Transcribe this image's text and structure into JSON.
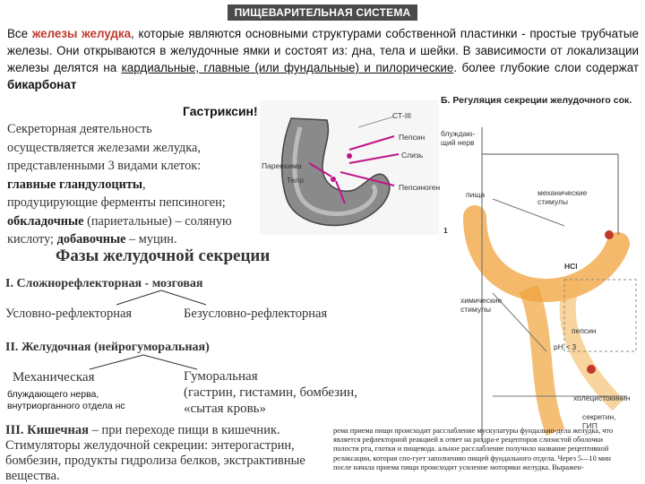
{
  "header": {
    "title": "ПИЩЕВАРИТЕЛЬНАЯ СИСТЕМА"
  },
  "intro": {
    "p1": "Все ",
    "red": "железы желудка",
    "p2": ", которые являются основными структурами собственной пластинки - простые трубчатые железы. Они открываются в желудочные ямки и состоят из: дна, тела и шейки. В зависимости от локализации железы делятся на ",
    "u1": "кардиальные, главные (или фундальные) и пилорические",
    "p3": ". более глубокие слои содержат ",
    "bold_end": "бикарбонат"
  },
  "gastrixin": "Гастриксин!",
  "secretory": {
    "l1": "Секреторная деятельность",
    "l2": "осуществляется железами желудка,",
    "l3": "представленными 3 видами клеток:",
    "l4a": "главные гландулоциты",
    "l4b": ",",
    "l5": "продуцирующие ферменты пепсиноген;",
    "l6a": "обкладочные",
    "l6b": " (париетальные) – соляную",
    "l7a": "кислоту; ",
    "l7b": "добавочные",
    "l7c": " – муцин."
  },
  "phases": {
    "title": "Фазы желудочной секреции",
    "s1": "I. Сложнорефлекторная - мозговая",
    "s1a": "Условно-рефлекторная",
    "s1b": "Безусловно-рефлекторная",
    "s2": "II. Желудочная (нейрогуморальная)",
    "s2a": "Механическая",
    "s2b1": "Гуморальная",
    "s2b2": "(гастрин, гистамин, бомбезин,",
    "s2b3": "«сытая кровь»",
    "s2c1": "блуждающего нерва,",
    "s2c2": "внутриорганного отдела нс",
    "s3a": "III. Кишечная",
    "s3b": " – при переходе пищи в кишечник.",
    "s3c": "Стимуляторы желудочной секреции: энтерогастрин,",
    "s3d": "бомбезин, продукты гидролиза белков, экстрактивные",
    "s3e": "вещества."
  },
  "regulation": {
    "title": "Б. Регуляция секреции желудочного сок.",
    "vagus": "блуждаю-щий нерв",
    "food": "пища",
    "mech": "механические стимулы",
    "chem": "химические стимулы",
    "hcl": "HCl",
    "pepsin": "пепсин",
    "ph": "pH < 3",
    "cholec": "холецистокинин",
    "secretin": "секретин, ГИП",
    "num": "1"
  },
  "fig_labels": [
    "СТ-III",
    "Пепсин",
    "Слизь",
    "Пепсиноген",
    "Паренхима",
    "Тело"
  ],
  "right_text": "рема приема пищи происходит расслабление мускулатуры фундально-дела желудка, что является рефлекторной реакцией в ответ на раздра-е рецепторов слизистой оболочки полости рта, глотки и пищевода. альное расслабление получило название рецептивной релаксации, которая спо-гует заполнению пищей фундального отдела. Через 5—10 мин после начала приема пищи происходит усиление моторики желудка. Выражен-",
  "colors": {
    "accent_red": "#c0392b",
    "arrow_magenta": "#c0148a",
    "arrow_orange": "#f0a23a"
  }
}
